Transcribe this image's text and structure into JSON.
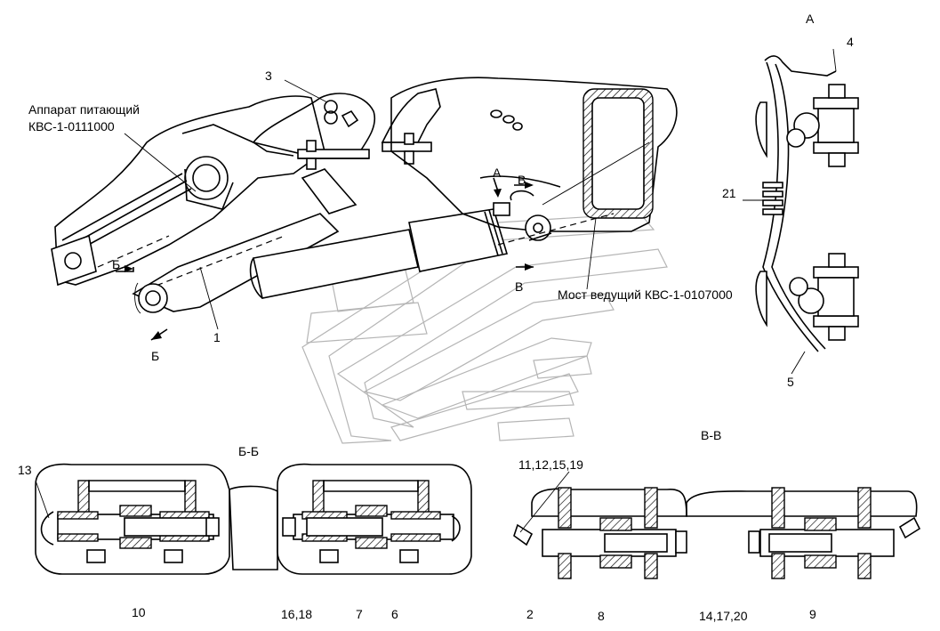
{
  "labels": {
    "feeder": "Аппарат питающий",
    "feeder_code": "КВС-1-0111000",
    "axle": "Мост ведущий КВС-1-0107000",
    "view_a": "А",
    "section_bb": "Б-Б",
    "section_vv": "В-В",
    "arrow_a": "А",
    "arrow_b1": "Б",
    "arrow_b2": "Б",
    "arrow_v1": "В",
    "arrow_v2": "В"
  },
  "callouts": {
    "n1": "1",
    "n2": "2",
    "n3": "3",
    "n4": "4",
    "n5": "5",
    "n6": "6",
    "n7": "7",
    "n8": "8",
    "n9": "9",
    "n10": "10",
    "n13": "13",
    "n21": "21",
    "n11_12_15_19": "11,12,15,19",
    "n14_17_20": "14,17,20",
    "n16_18": "16,18"
  }
}
